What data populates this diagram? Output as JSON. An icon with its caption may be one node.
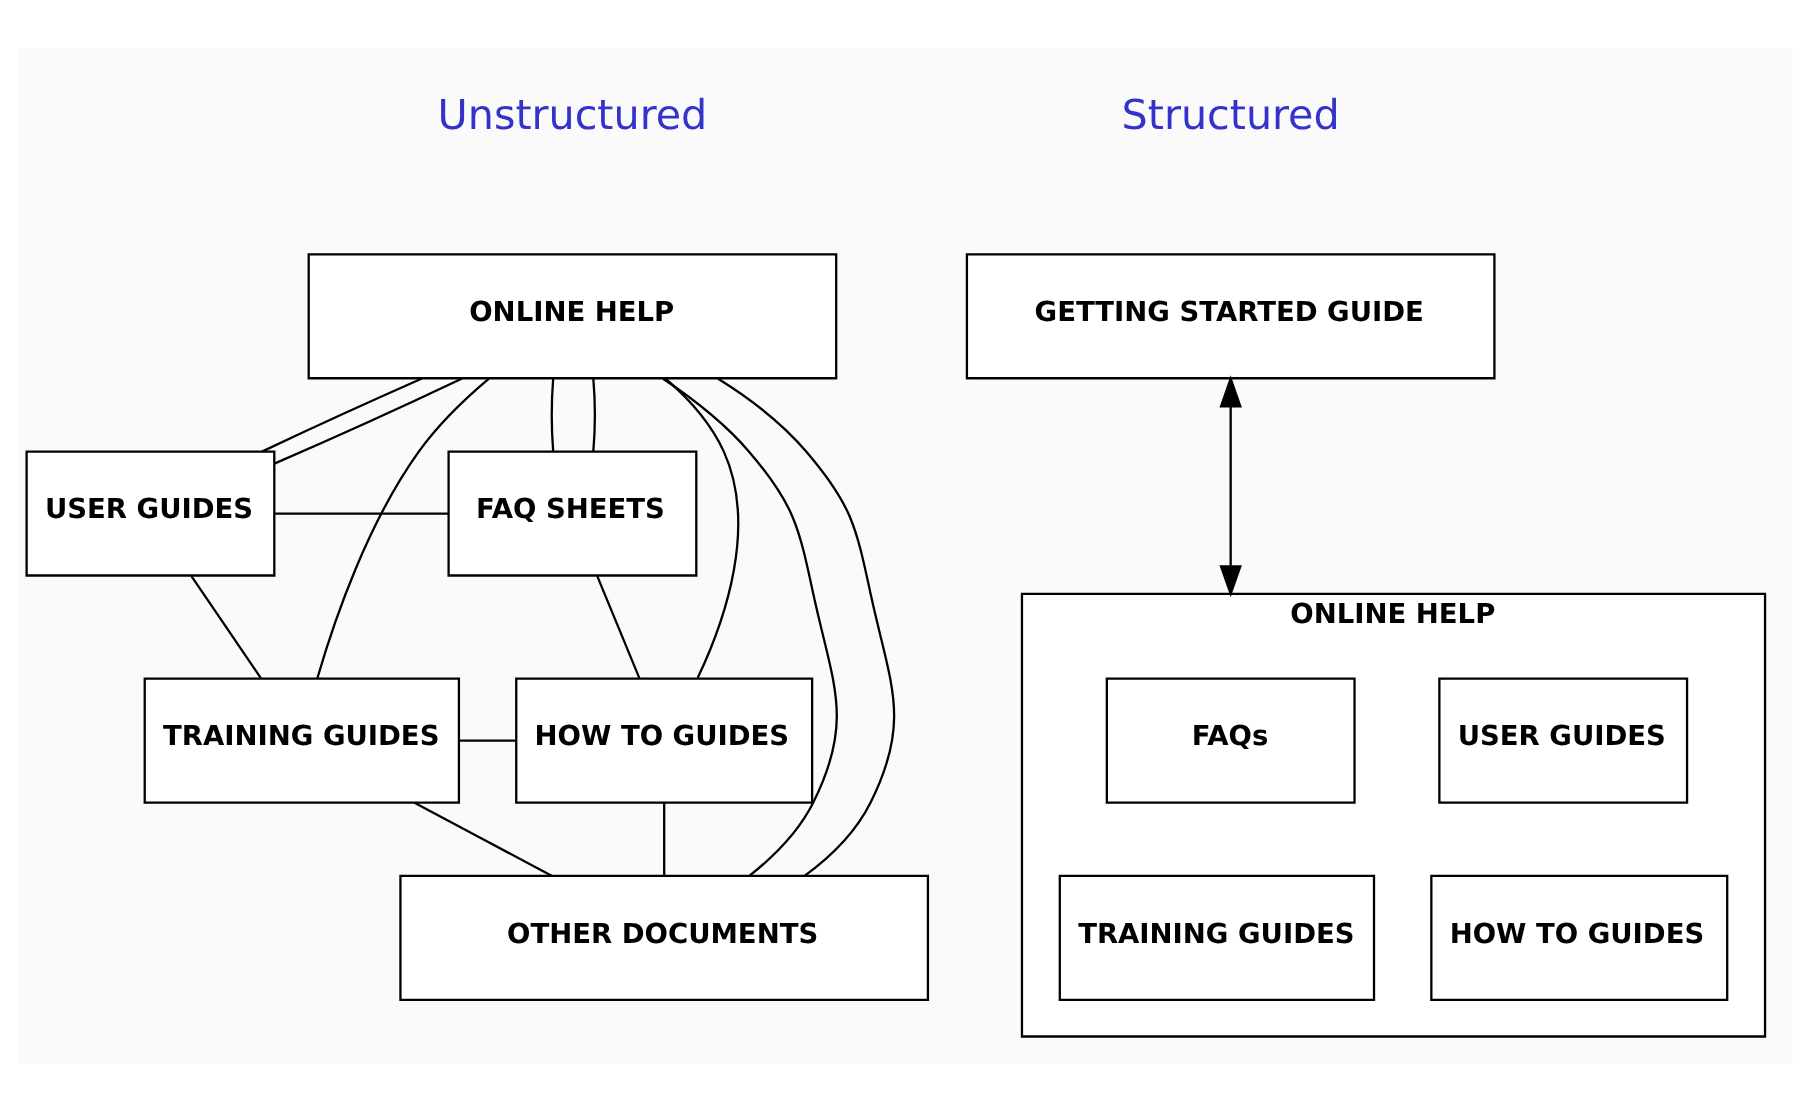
{
  "diagram": {
    "nodes": [
      {
        "text": [
          "ONLINE HELP"
        ]
      },
      {
        "text": [
          "USER GUIDES"
        ]
      },
      {
        "text": [
          "FAQ SHEETS"
        ]
      },
      {
        "text": [
          "TRAINING GUIDES"
        ]
      },
      {
        "text": [
          "HOW TO GUIDES"
        ]
      },
      {
        "text": [
          "OTHER DOCUMENTS"
        ]
      },
      {
        "text": [
          "GETTING STARTED GUIDE"
        ]
      },
      {
        "text": [
          "ONLINE HELP"
        ]
      },
      {
        "text": [
          "FAQs"
        ],
        "in": 7
      },
      {
        "text": [
          "USER GUIDES"
        ],
        "in": 7
      },
      {
        "text": [
          "TRAINING GUIDES"
        ],
        "in": 7
      },
      {
        "text": [
          "HOW TO GUIDES"
        ],
        "in": 7
      }
    ],
    "edges": [
      {
        "from": 0,
        "to": 1,
        "arrow": "none"
      },
      {
        "from": 0,
        "to": 2,
        "arrow": "none"
      },
      {
        "from": 1,
        "to": 2,
        "arrow": "none"
      },
      {
        "from": 1,
        "to": 3,
        "arrow": "none"
      },
      {
        "from": 2,
        "to": 4,
        "arrow": "none"
      },
      {
        "from": 3,
        "to": 4,
        "arrow": "none"
      },
      {
        "from": 3,
        "to": 5,
        "arrow": "none"
      },
      {
        "from": 4,
        "to": 5,
        "arrow": "none"
      },
      {
        "from": 0,
        "to": 1,
        "arrow": "none"
      },
      {
        "from": 0,
        "to": 3,
        "arrow": "none"
      },
      {
        "from": 0,
        "to": 5,
        "arrow": "none"
      },
      {
        "from": 0,
        "to": 2,
        "arrow": "none"
      },
      {
        "from": 0,
        "to": 4,
        "arrow": "none"
      },
      {
        "from": 0,
        "to": 5,
        "arrow": "none"
      },
      {
        "from": 6,
        "to": 7,
        "arrow": "both"
      }
    ],
    "labels": [
      "Unstructured",
      "Structured"
    ]
  }
}
